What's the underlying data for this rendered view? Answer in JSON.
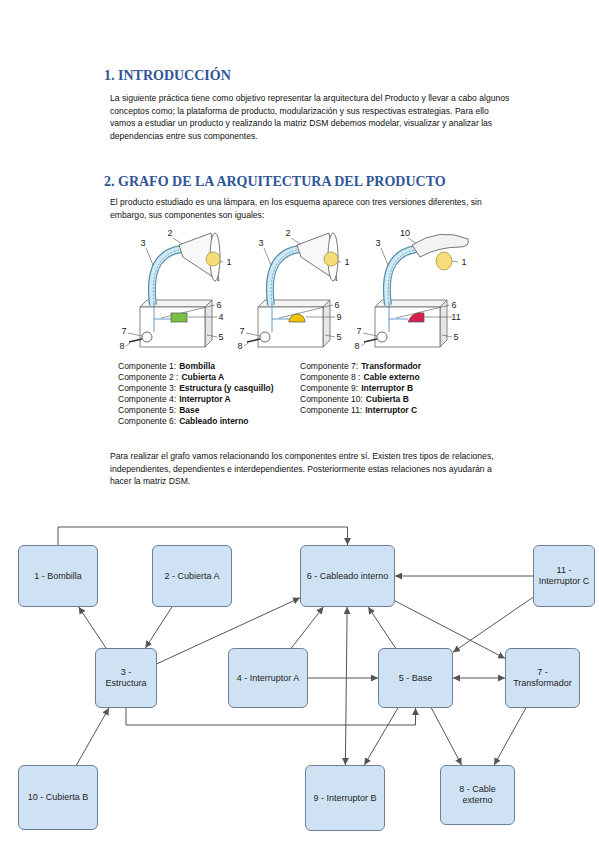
{
  "diagram": {
    "nodes": [
      {
        "text": [
          "1 - Bombilla"
        ]
      },
      {
        "text": [
          "2 - Cubierta A"
        ]
      },
      {
        "text": [
          "6 - Cableado interno"
        ]
      },
      {
        "text": [
          "11 - Interruptor C"
        ]
      },
      {
        "text": [
          "3 - Estructura"
        ]
      },
      {
        "text": [
          "4 - Interruptor A"
        ]
      },
      {
        "text": [
          "5 - Base"
        ]
      },
      {
        "text": [
          "7 - Transformador"
        ]
      },
      {
        "text": [
          "10 - Cubierta B"
        ]
      },
      {
        "text": [
          "9 - Interruptor B"
        ]
      },
      {
        "text": [
          "8 - Cable externo"
        ]
      }
    ],
    "edges": [
      {
        "from": 0,
        "to": 2,
        "arrow": "to"
      },
      {
        "from": 4,
        "to": 0,
        "arrow": "to"
      },
      {
        "from": 1,
        "to": 4,
        "arrow": "to"
      },
      {
        "from": 4,
        "to": 2,
        "arrow": "to"
      },
      {
        "from": 8,
        "to": 4,
        "arrow": "to"
      },
      {
        "from": 4,
        "to": 6,
        "arrow": "to"
      },
      {
        "from": 5,
        "to": 2,
        "arrow": "to"
      },
      {
        "from": 5,
        "to": 6,
        "arrow": "to"
      },
      {
        "from": 3,
        "to": 2,
        "arrow": "to"
      },
      {
        "from": 6,
        "to": 2,
        "arrow": "to"
      },
      {
        "from": 2,
        "to": 9,
        "arrow": "both"
      },
      {
        "from": 2,
        "to": 7,
        "arrow": "to"
      },
      {
        "from": 3,
        "to": 6,
        "arrow": "to"
      },
      {
        "from": 6,
        "to": 7,
        "arrow": "both"
      },
      {
        "from": 6,
        "to": 9,
        "arrow": "to"
      },
      {
        "from": 6,
        "to": 10,
        "arrow": "to"
      },
      {
        "from": 7,
        "to": 10,
        "arrow": "to"
      }
    ],
    "labels": [
      "1. INTRODUCCIÓN",
      "La siguiente práctica tiene como objetivo representar la arquitectura del Producto y llevar a cabo algunos conceptos como; la plataforma de producto, modularización y sus respectivas estrategias. Para ello vamos a estudiar un producto y realizando la matriz DSM debemos modelar, visualizar y analizar las dependencias entre sus componentes.",
      "2. GRAFO DE LA ARQUITECTURA DEL PRODUCTO",
      "El producto estudiado es una lámpara, en los esquema aparece con tres versiones diferentes, sin embargo, sus componentes son iguales:",
      "3",
      "2",
      "1",
      "7",
      "8",
      "6",
      "4",
      "5",
      "3",
      "2",
      "1",
      "7",
      "8",
      "6",
      "9",
      "5",
      "10",
      "3",
      "1",
      "7",
      "8",
      "6",
      "11",
      "5",
      "Componente 1:",
      "Bombilla",
      "Componente 2 :",
      "Cubierta A",
      "Componente 3:",
      "Estructura (y casquillo)",
      "Componente 4:",
      "Interruptor A",
      "Componente 5:",
      "Base",
      "Componente 6:",
      "Cableado interno",
      "Componente 7:",
      "Transformador",
      "Componente 8 :",
      "Cable externo",
      "Componente 9:",
      "Interruptor B",
      "Componente 10:",
      "Cubierta B",
      "Componente 11:",
      "Interruptor C",
      "Para realizar el grafo vamos relacionando los componentes entre sí. Existen tres tipos de relaciones, independientes, dependientes e interdependientes. Posteriormente estas relaciones nos ayudarán a hacer la matriz DSM."
    ]
  }
}
